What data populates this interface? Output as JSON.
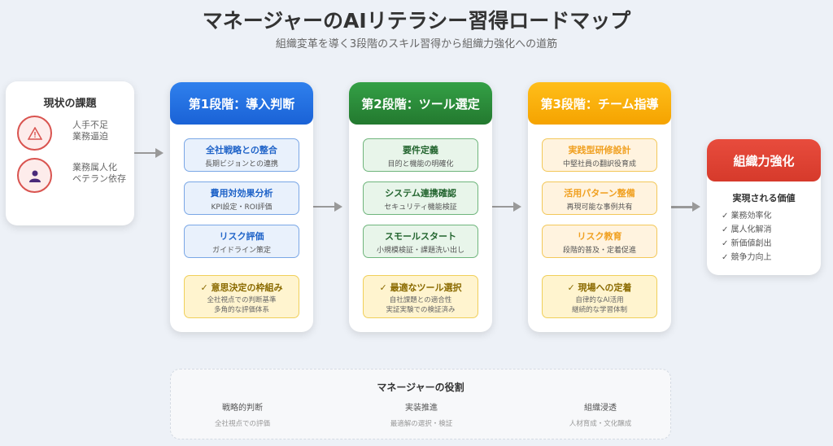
{
  "header": {
    "title": "マネージャーのAIリテラシー習得ロードマップ",
    "subtitle": "組織変革を導く3段階のスキル習得から組織力強化への道筋"
  },
  "issues": {
    "title": "現状の課題",
    "items": [
      {
        "icon": "warning-icon",
        "lines": [
          "人手不足",
          "業務逼迫"
        ]
      },
      {
        "icon": "person-icon",
        "lines": [
          "業務属人化",
          "ベテラン依存"
        ]
      }
    ]
  },
  "stages": [
    {
      "title": "第1段階：導入判断",
      "color": "#1f6fe0",
      "items": [
        {
          "t": "全社戦略との整合",
          "s": "長期ビジョンとの連携"
        },
        {
          "t": "費用対効果分析",
          "s": "KPI設定・ROI評価"
        },
        {
          "t": "リスク評価",
          "s": "ガイドライン策定"
        }
      ],
      "outcome": {
        "t": "✓ 意思決定の枠組み",
        "s": [
          "全社視点での判断基準",
          "多角的な評価体系"
        ]
      }
    },
    {
      "title": "第2段階：ツール選定",
      "color": "#2e8b3e",
      "items": [
        {
          "t": "要件定義",
          "s": "目的と機能の明確化"
        },
        {
          "t": "システム連携確認",
          "s": "セキュリティ機能検証"
        },
        {
          "t": "スモールスタート",
          "s": "小規模検証・課題洗い出し"
        }
      ],
      "outcome": {
        "t": "✓ 最適なツール選択",
        "s": [
          "自社課題との適合性",
          "実証実験での検証済み"
        ]
      }
    },
    {
      "title": "第3段階：チーム指導",
      "color": "#f5a800",
      "items": [
        {
          "t": "実践型研修設計",
          "s": "中堅社員の翻訳役育成"
        },
        {
          "t": "活用パターン整備",
          "s": "再現可能な事例共有"
        },
        {
          "t": "リスク教育",
          "s": "段階的普及・定着促進"
        }
      ],
      "outcome": {
        "t": "✓ 現場への定着",
        "s": [
          "自律的なAI活用",
          "継続的な学習体制"
        ]
      }
    }
  ],
  "final": {
    "title": "組織力強化",
    "subtitle": "実現される価値",
    "items": [
      "✓ 業務効率化",
      "✓ 属人化解消",
      "✓ 新価値創出",
      "✓ 競争力向上"
    ]
  },
  "roles": {
    "title": "マネージャーの役割",
    "items": [
      {
        "t": "戦略的判断",
        "s": "全社視点での評価"
      },
      {
        "t": "実装推進",
        "s": "最適解の選択・検証"
      },
      {
        "t": "組織浸透",
        "s": "人材育成・文化醸成"
      }
    ]
  }
}
